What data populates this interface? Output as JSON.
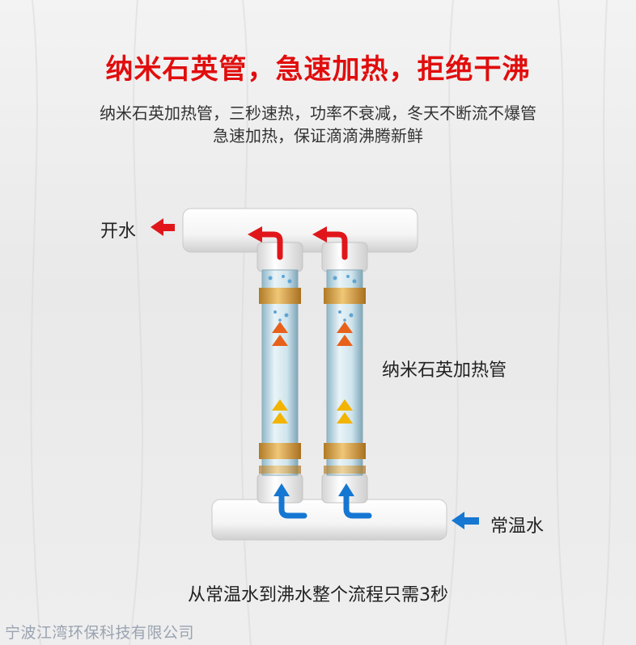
{
  "headline": "纳米石英管，急速加热，拒绝干沸",
  "subtitle_line1": "纳米石英加热管，三秒速热，功率不衰减，冬天不断流不爆管",
  "subtitle_line2": "急速加热，保证滴滴沸腾新鲜",
  "labels": {
    "hot_water": "开水",
    "heating_tube": "纳米石英加热管",
    "normal_water": "常温水"
  },
  "caption": "从常温水到沸水整个流程只需3秒",
  "footer": "宁波江湾环保科技有限公司",
  "colors": {
    "headline": "#e10d0d",
    "hot_arrow": "#e0161b",
    "cold_arrow": "#1677d2",
    "band_gold": "#d6a24a"
  }
}
